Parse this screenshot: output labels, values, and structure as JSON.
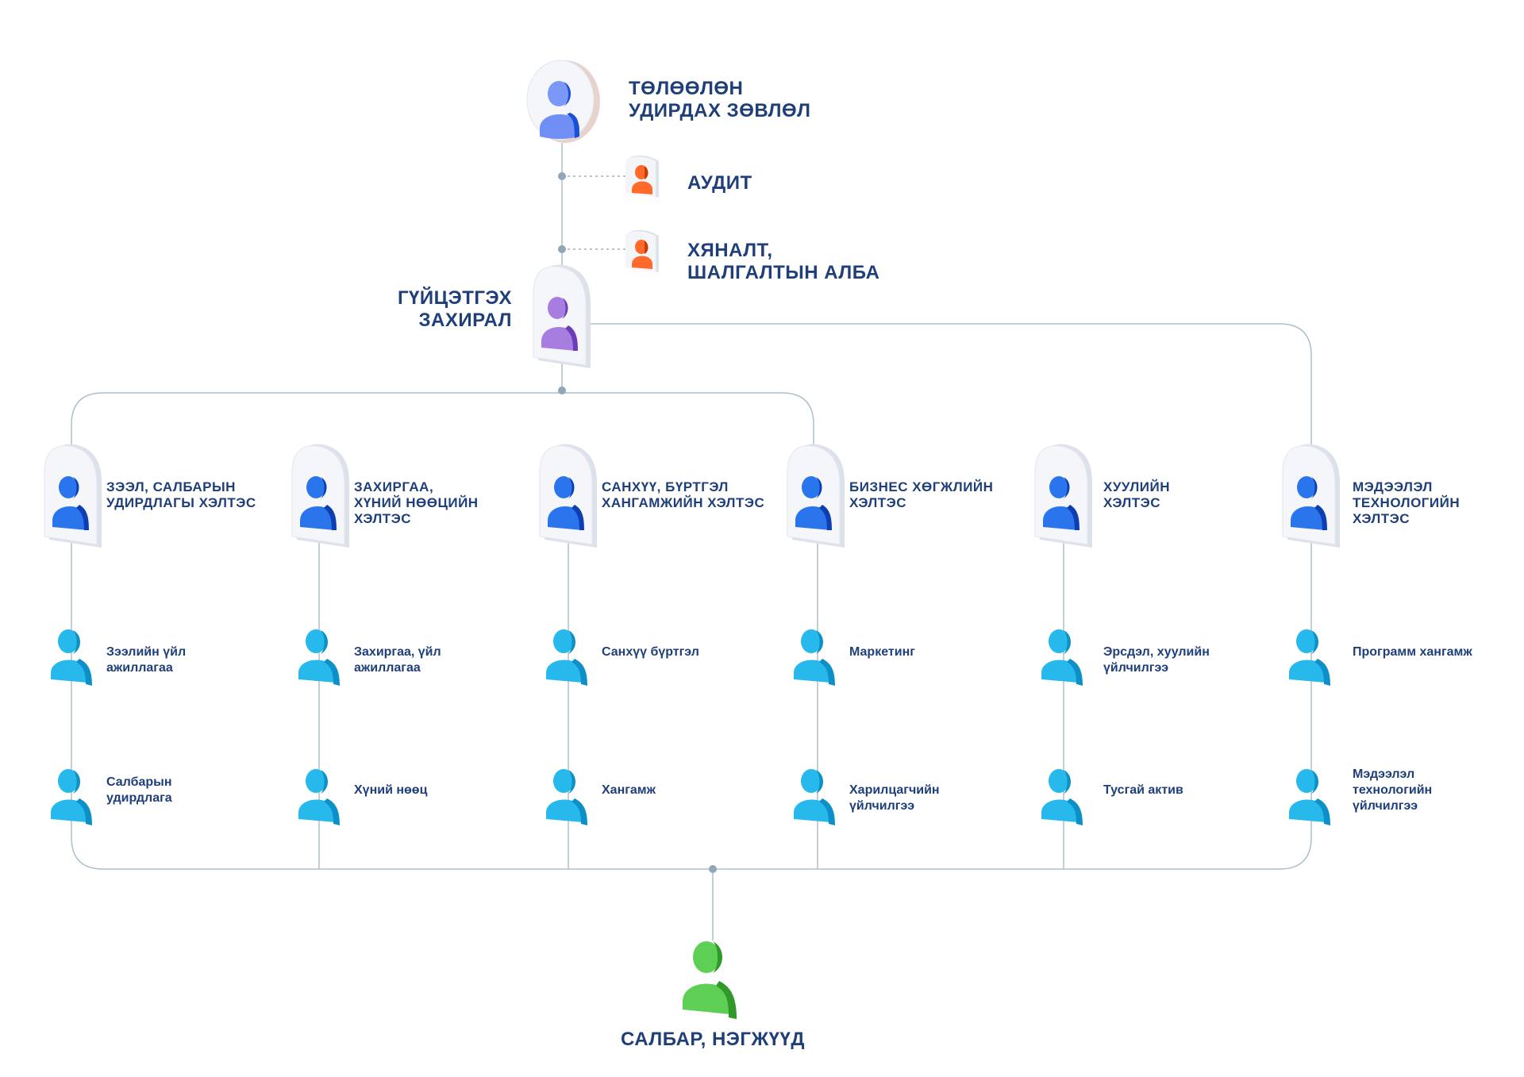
{
  "colors": {
    "line": "#aebfcc",
    "dot": "#8fa7b6",
    "text": "#1f3f7a",
    "board_person": "#3a6ff0",
    "audit_person": "#ff5a1f",
    "ceo_person": "#9b6ad6",
    "dept_person": "#1f6fe5",
    "unit_person": "#22b9eb",
    "branch_person": "#4cc74a"
  },
  "icons": {
    "person": "person-icon",
    "card": "badge-card-icon"
  },
  "board": {
    "label": "Төлөөлөн\nудирдах зөвлөл"
  },
  "audit": {
    "label": "Аудит"
  },
  "control": {
    "label": "Хяналт,\nшалгалтын алба"
  },
  "ceo": {
    "label": "Гүйцэтгэх\nзахирал"
  },
  "departments": [
    {
      "label": "Зээл, салбарын\nудирдлагы хэлтэс",
      "units": [
        "Зээлийн үйл\nажиллагаа",
        "Салбарын\nудирдлага"
      ]
    },
    {
      "label": "Захиргаа,\nхүний нөөцийн\nхэлтэс",
      "units": [
        "Захиргаа, үйл\nажиллагаа",
        "Хүний нөөц"
      ]
    },
    {
      "label": "Санхүү, бүртгэл\nхангамжийн хэлтэс",
      "units": [
        "Санхүү бүртгэл",
        "Хангамж"
      ]
    },
    {
      "label": "Бизнес хөгжлийн\nхэлтэс",
      "units": [
        "Маркетинг",
        "Харилцагчийн\nүйлчилгээ"
      ]
    },
    {
      "label": "Хуулийн\nхэлтэс",
      "units": [
        "Эрсдэл, хуулийн\nүйлчилгээ",
        "Тусгай актив"
      ]
    },
    {
      "label": "Мэдээлэл\nтехнологийн хэлтэс",
      "units": [
        "Программ хангамж",
        "Мэдээлэл\nтехнологийн\nүйлчилгээ"
      ]
    }
  ],
  "branches": {
    "label": "Салбар, нэгжүүд"
  }
}
